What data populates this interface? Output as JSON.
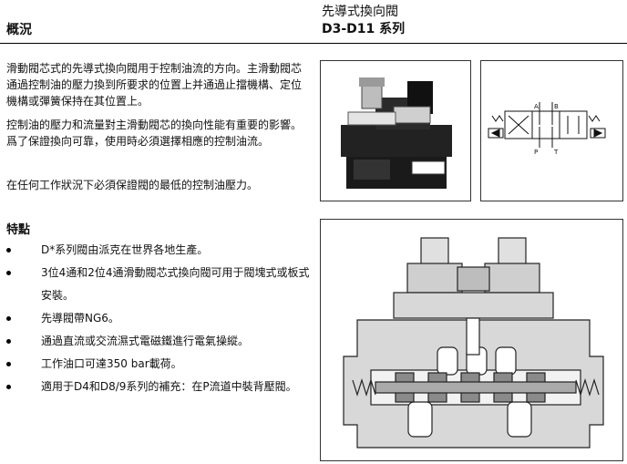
{
  "header": {
    "section": "概況",
    "title_line1": "先導式換向閥",
    "title_line2": "D3-D11 系列"
  },
  "overview": {
    "paragraphs": [
      "滑動閥芯式的先導式換向閥用于控制油流的方向。主滑動閥芯通過控制油的壓力換到所要求的位置上并通過止擋機構、定位機構或彈簧保持在其位置上。",
      "控制油的壓力和流量對主滑動閥芯的換向性能有重要的影響。爲了保證換向可靠，使用時必須選擇相應的控制油流。",
      "在任何工作狀況下必須保證閥的最低的控制油壓力。"
    ]
  },
  "features": {
    "title": "特點",
    "items": [
      "D*系列閥由派克在世界各地生產。",
      "3位4通和2位4通滑動閥芯式換向閥可用于閥塊式或板式安裝。",
      "先導閥帶NG6。",
      "通過直流或交流濕式電磁鐵進行電氣操縱。",
      "工作油口可達350 bar載荷。",
      "適用于D4和D8/9系列的補充：在P流道中裝背壓閥。"
    ]
  },
  "symbol": {
    "ports": [
      "A",
      "B",
      "P",
      "T"
    ]
  },
  "colors": {
    "text": "#111111",
    "body_dark": "#1a1a1a",
    "section_fill": "#d8d8d8",
    "section_line": "#222222"
  }
}
